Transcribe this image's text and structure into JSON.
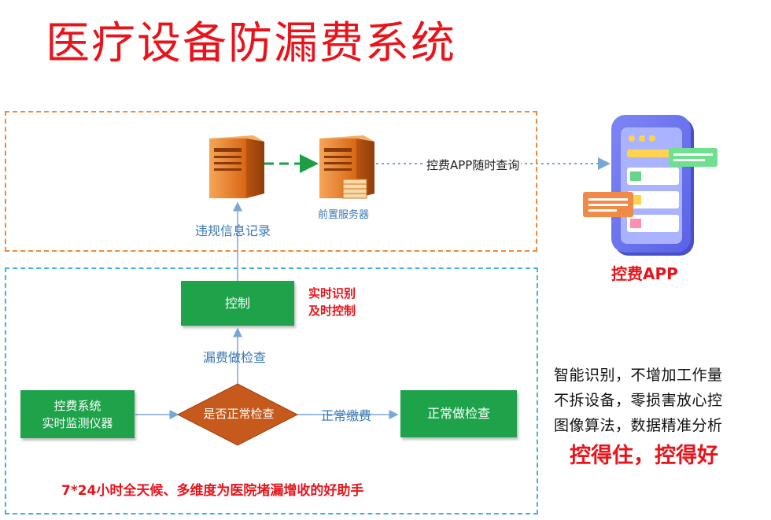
{
  "title": "医疗设备防漏费系统",
  "nodes": {
    "control": "控制",
    "monitor_line1": "控费系统",
    "monitor_line2": "实时监测仪器",
    "decision": "是否正常检查",
    "normal_check": "正常做检查"
  },
  "labels": {
    "violation_record": "违规信息记录",
    "leak_check": "漏费做检查",
    "normal_payment": "正常缴费",
    "front_server": "前置服务器",
    "app_query": "控费APP随时查询"
  },
  "notes": {
    "realtime_line1": "实时识别",
    "realtime_line2": "及时控制"
  },
  "slogan": "7*24小时全天候、多维度为医院堵漏增收的好助手",
  "app_label": "控费APP",
  "side_text": {
    "line1": "智能识别，不增加工作量",
    "line2": "不拆设备，零损害放心控",
    "line3": "图像算法，数据精准分析",
    "highlight": "控得住，控得好"
  },
  "colors": {
    "title_red": "#e8141b",
    "box_green": "#1ea24a",
    "diamond": "#c6591c",
    "frame_orange": "#ef8a3c",
    "frame_blue": "#3fb1e6",
    "server_orange": "#e07a22",
    "arrow_blue": "#7aa6d6",
    "arrow_green": "#1e9e44"
  },
  "icons": [
    "server-icon",
    "front-server-icon",
    "mobile-app-icon"
  ]
}
